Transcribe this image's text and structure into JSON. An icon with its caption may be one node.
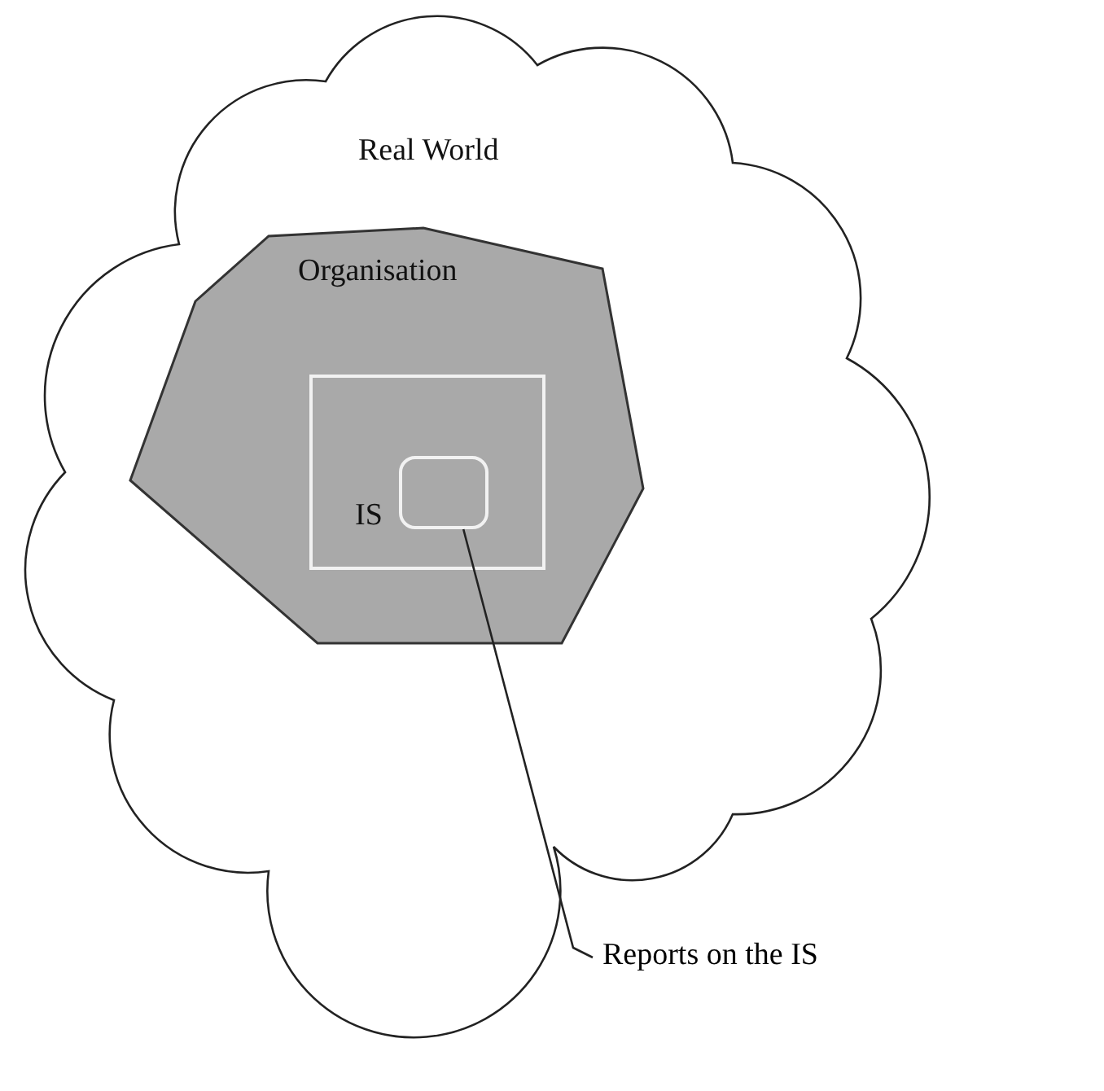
{
  "diagram": {
    "nodes": [
      {
        "text": [
          "Real World"
        ]
      },
      {
        "text": [
          "Organisation"
        ],
        "in": 0
      },
      {
        "text": [
          "IS"
        ],
        "in": 1
      },
      {
        "text": [],
        "shape": "box",
        "in": 2
      },
      {
        "text": [
          "Reports on the IS"
        ]
      }
    ],
    "edges": [
      {
        "from": 4,
        "to": 3,
        "arrow": "none"
      }
    ]
  }
}
